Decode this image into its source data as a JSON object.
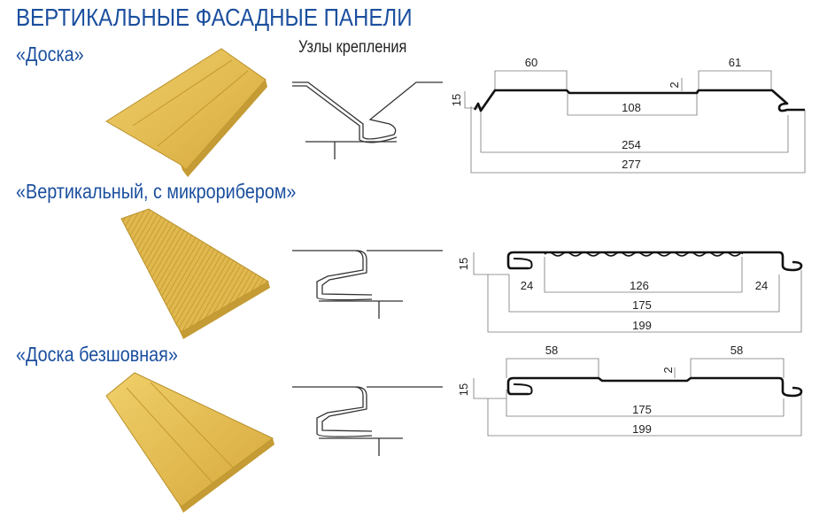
{
  "title": "ВЕРТИКАЛЬНЫЕ ФАСАДНЫЕ ПАНЕЛИ",
  "fixing_nodes_label": "Узлы крепления",
  "colors": {
    "heading": "#1b4f9e",
    "panel": "#e3bd52",
    "panel_dark": "#b8902a"
  },
  "sections": [
    {
      "name": "«Доска»",
      "dims": {
        "top_left": "60",
        "top_right": "61",
        "depth": "2",
        "height": "15",
        "middle": "108",
        "working": "254",
        "total": "277"
      }
    },
    {
      "name": "«Вертикальный, с микрорибером»",
      "dims": {
        "height": "15",
        "left": "24",
        "middle": "126",
        "right": "24",
        "working": "175",
        "total": "199"
      }
    },
    {
      "name": "«Доска безшовная»",
      "dims": {
        "top_left": "58",
        "top_right": "58",
        "depth": "2",
        "height": "15",
        "working": "175",
        "total": "199"
      }
    }
  ]
}
